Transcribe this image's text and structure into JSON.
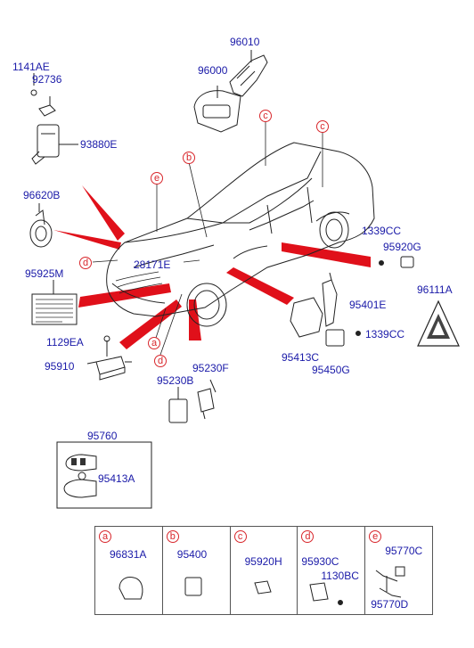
{
  "labels": {
    "p96010": "96010",
    "p96000": "96000",
    "p1141AE": "1141AE",
    "p92736": "92736",
    "p93880E": "93880E",
    "p96620B": "96620B",
    "p95925M": "95925M",
    "p28171E": "28171E",
    "p1339CC_a": "1339CC",
    "p95920G": "95920G",
    "p96111A": "96111A",
    "p95401E": "95401E",
    "p1339CC_b": "1339CC",
    "p95413C": "95413C",
    "p95450G": "95450G",
    "p1129EA": "1129EA",
    "p95910": "95910",
    "p95230B": "95230B",
    "p95230F": "95230F",
    "p95760": "95760",
    "p95413A": "95413A"
  },
  "callouts": {
    "c1": "c",
    "c2": "c",
    "e1": "e",
    "b1": "b",
    "d1": "d",
    "a1": "a",
    "d2": "d"
  },
  "table": {
    "a": {
      "letter": "a",
      "part": "96831A"
    },
    "b": {
      "letter": "b",
      "part": "95400"
    },
    "c": {
      "letter": "c",
      "part": "95920H"
    },
    "d": {
      "letter": "d",
      "part1": "95930C",
      "part2": "1130BC"
    },
    "e": {
      "letter": "e",
      "part1": "95770C",
      "part2": "95770D"
    }
  }
}
